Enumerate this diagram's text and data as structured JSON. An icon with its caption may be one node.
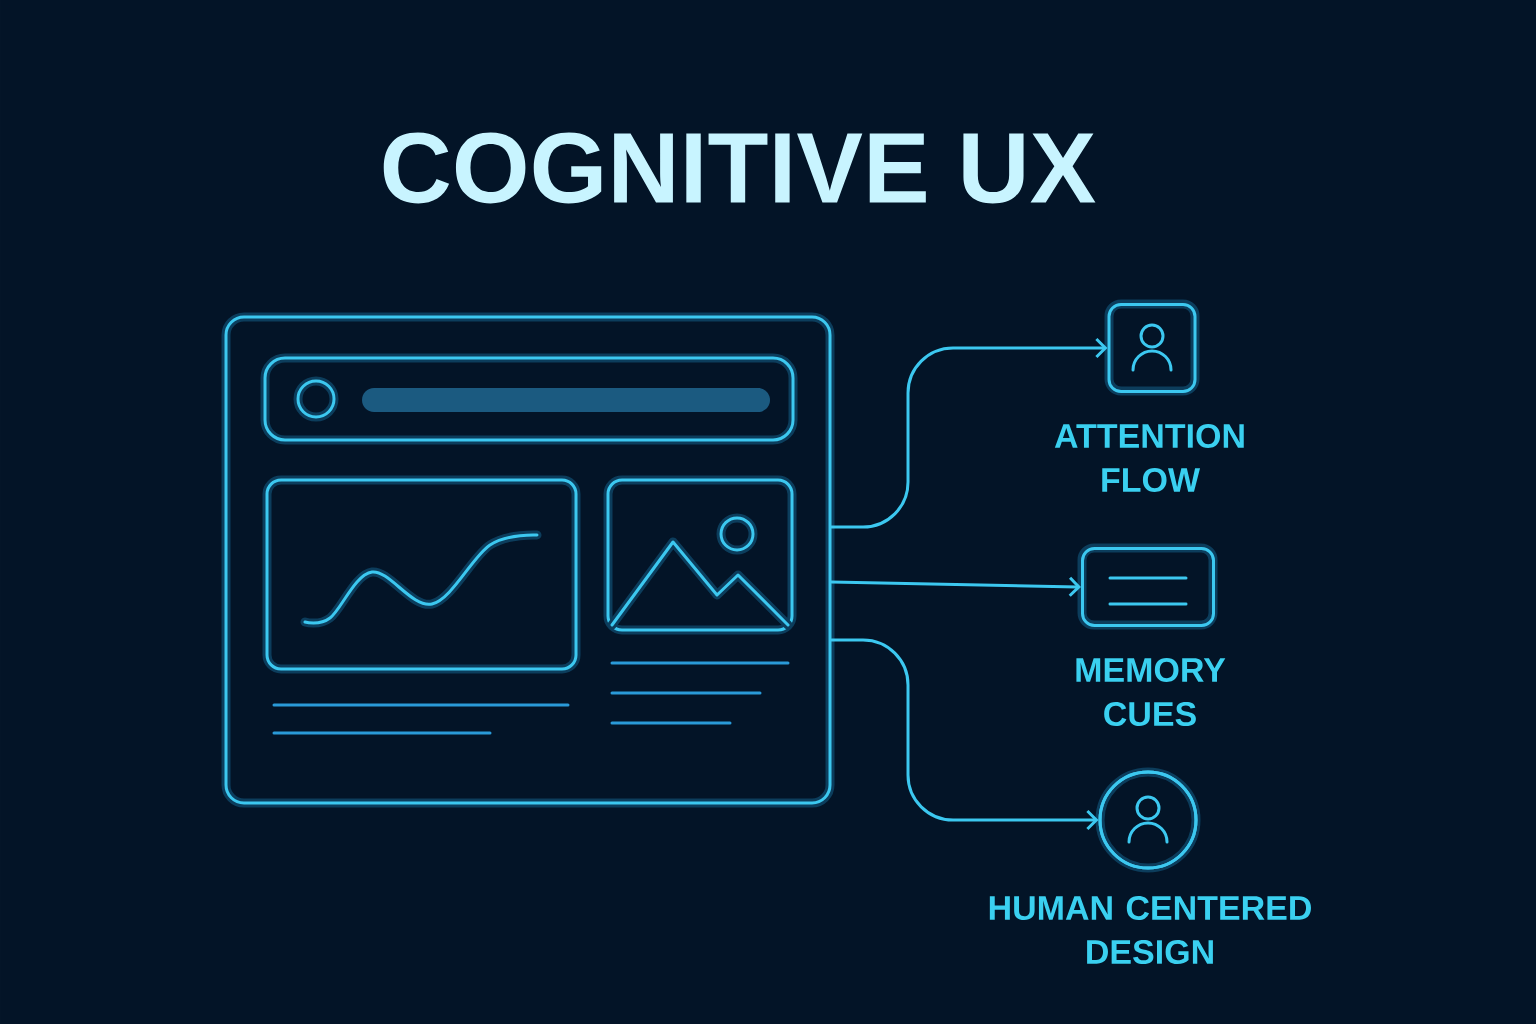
{
  "diagram": {
    "title": "COGNITIVE UX",
    "nodes": [
      {
        "text": [],
        "shape": "box"
      },
      {
        "text": [],
        "shape": "person",
        "beside": [
          "ATTENTION FLOW"
        ]
      },
      {
        "text": [],
        "shape": "box",
        "beside": [
          "MEMORY CUES"
        ]
      },
      {
        "text": [],
        "shape": "person",
        "beside": [
          "HUMAN CENTERED DESIGN"
        ]
      }
    ],
    "edges": [
      {
        "from": 0,
        "to": 1,
        "arrow": "to"
      },
      {
        "from": 0,
        "to": 2,
        "arrow": "to"
      },
      {
        "from": 0,
        "to": 3,
        "arrow": "to"
      }
    ]
  }
}
